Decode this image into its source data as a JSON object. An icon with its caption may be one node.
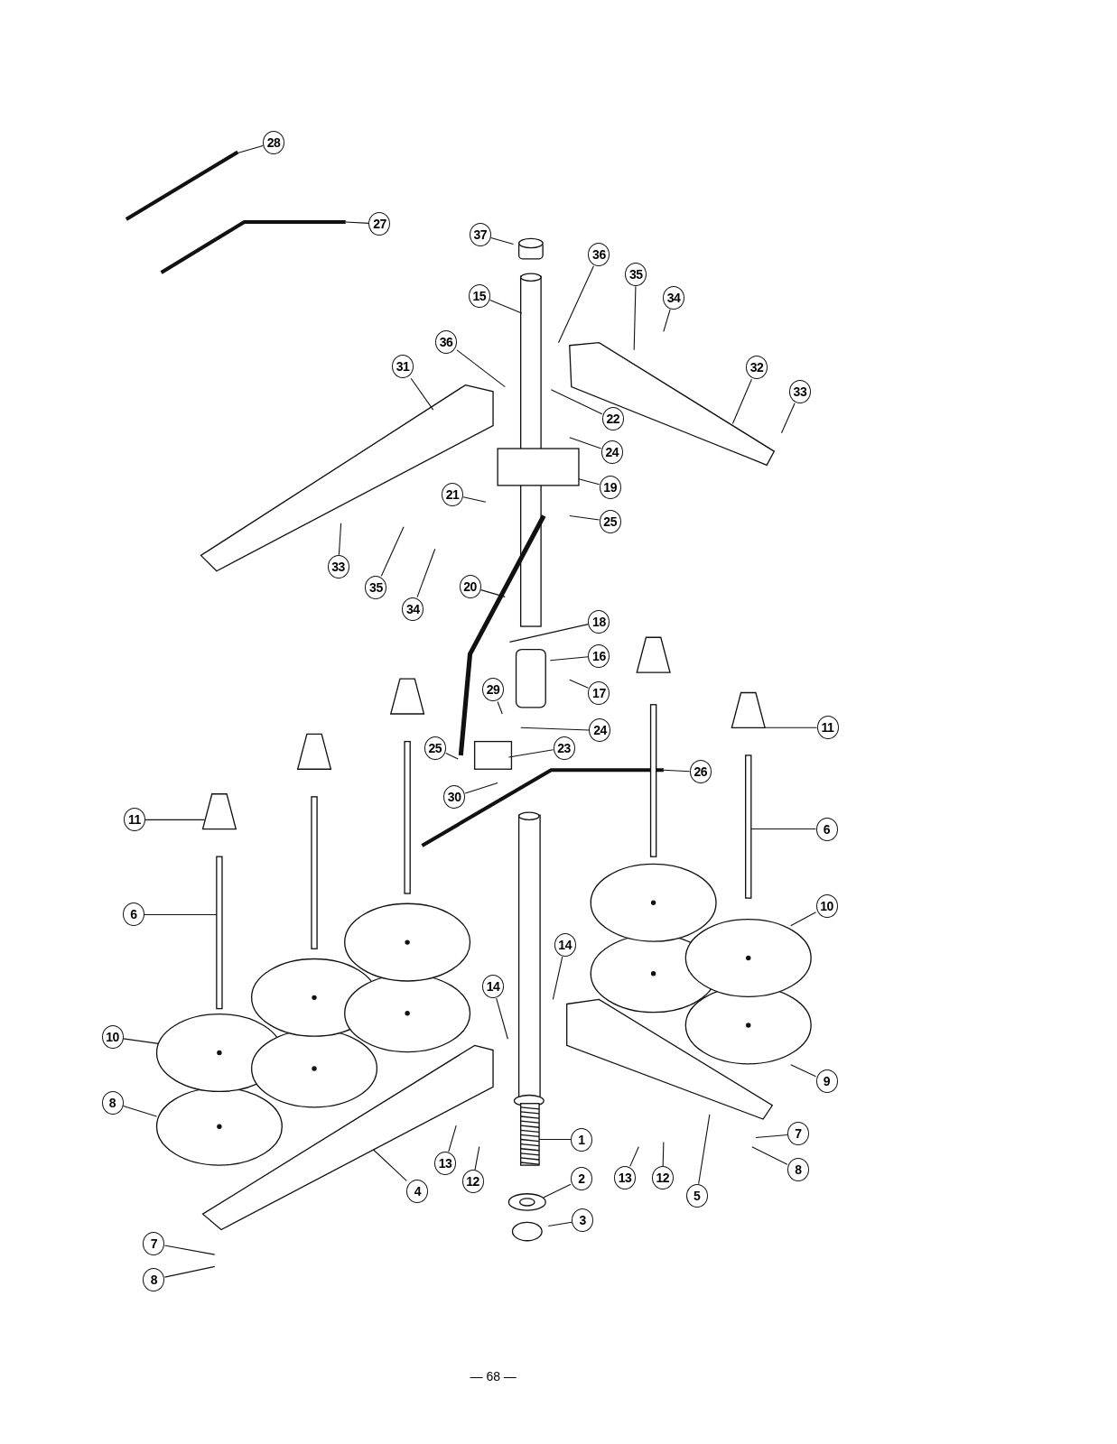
{
  "diagram": {
    "nodes": [
      {
        "text": [
          "28"
        ]
      },
      {
        "text": [
          "27"
        ]
      },
      {
        "text": [
          "37"
        ]
      },
      {
        "text": [
          "36"
        ]
      },
      {
        "text": [
          "35"
        ]
      },
      {
        "text": [
          "34"
        ]
      },
      {
        "text": [
          "15"
        ]
      },
      {
        "text": [
          "36"
        ]
      },
      {
        "text": [
          "31"
        ]
      },
      {
        "text": [
          "32"
        ]
      },
      {
        "text": [
          "33"
        ]
      },
      {
        "text": [
          "22"
        ]
      },
      {
        "text": [
          "24"
        ]
      },
      {
        "text": [
          "19"
        ]
      },
      {
        "text": [
          "21"
        ]
      },
      {
        "text": [
          "25"
        ]
      },
      {
        "text": [
          "33"
        ]
      },
      {
        "text": [
          "35"
        ]
      },
      {
        "text": [
          "34"
        ]
      },
      {
        "text": [
          "20"
        ]
      },
      {
        "text": [
          "18"
        ]
      },
      {
        "text": [
          "16"
        ]
      },
      {
        "text": [
          "17"
        ]
      },
      {
        "text": [
          "29"
        ]
      },
      {
        "text": [
          "24"
        ]
      },
      {
        "text": [
          "25"
        ]
      },
      {
        "text": [
          "23"
        ]
      },
      {
        "text": [
          "26"
        ]
      },
      {
        "text": [
          "30"
        ]
      },
      {
        "text": [
          "11"
        ]
      },
      {
        "text": [
          "11"
        ]
      },
      {
        "text": [
          "6"
        ]
      },
      {
        "text": [
          "6"
        ]
      },
      {
        "text": [
          "10"
        ]
      },
      {
        "text": [
          "14"
        ]
      },
      {
        "text": [
          "14"
        ]
      },
      {
        "text": [
          "10"
        ]
      },
      {
        "text": [
          "9"
        ]
      },
      {
        "text": [
          "8"
        ]
      },
      {
        "text": [
          "1"
        ]
      },
      {
        "text": [
          "7"
        ]
      },
      {
        "text": [
          "2"
        ]
      },
      {
        "text": [
          "13"
        ]
      },
      {
        "text": [
          "12"
        ]
      },
      {
        "text": [
          "13"
        ]
      },
      {
        "text": [
          "12"
        ]
      },
      {
        "text": [
          "8"
        ]
      },
      {
        "text": [
          "4"
        ]
      },
      {
        "text": [
          "5"
        ]
      },
      {
        "text": [
          "3"
        ]
      },
      {
        "text": [
          "7"
        ]
      },
      {
        "text": [
          "8"
        ]
      }
    ],
    "edges": [
      {
        "from": 0,
        "to": null,
        "arrow": "none"
      },
      {
        "from": 1,
        "to": null,
        "arrow": "none"
      },
      {
        "from": 2,
        "to": null,
        "arrow": "none"
      },
      {
        "from": 3,
        "to": null,
        "arrow": "none"
      },
      {
        "from": 4,
        "to": null,
        "arrow": "none"
      },
      {
        "from": 5,
        "to": null,
        "arrow": "none"
      },
      {
        "from": 6,
        "to": null,
        "arrow": "none"
      },
      {
        "from": 7,
        "to": null,
        "arrow": "none"
      },
      {
        "from": 8,
        "to": null,
        "arrow": "none"
      },
      {
        "from": 9,
        "to": null,
        "arrow": "none"
      },
      {
        "from": 10,
        "to": null,
        "arrow": "none"
      },
      {
        "from": 11,
        "to": null,
        "arrow": "none"
      },
      {
        "from": 12,
        "to": null,
        "arrow": "none"
      },
      {
        "from": 13,
        "to": null,
        "arrow": "none"
      },
      {
        "from": 14,
        "to": null,
        "arrow": "none"
      },
      {
        "from": 15,
        "to": null,
        "arrow": "none"
      },
      {
        "from": 16,
        "to": null,
        "arrow": "none"
      },
      {
        "from": 17,
        "to": null,
        "arrow": "none"
      },
      {
        "from": 18,
        "to": null,
        "arrow": "none"
      },
      {
        "from": 19,
        "to": null,
        "arrow": "none"
      },
      {
        "from": 20,
        "to": null,
        "arrow": "none"
      },
      {
        "from": 21,
        "to": null,
        "arrow": "none"
      },
      {
        "from": 22,
        "to": null,
        "arrow": "none"
      },
      {
        "from": 23,
        "to": null,
        "arrow": "none"
      },
      {
        "from": 24,
        "to": null,
        "arrow": "none"
      },
      {
        "from": 25,
        "to": null,
        "arrow": "none"
      },
      {
        "from": 26,
        "to": null,
        "arrow": "none"
      },
      {
        "from": 27,
        "to": null,
        "arrow": "none"
      },
      {
        "from": 28,
        "to": null,
        "arrow": "none"
      },
      {
        "from": 29,
        "to": null,
        "arrow": "none"
      },
      {
        "from": 30,
        "to": null,
        "arrow": "none"
      },
      {
        "from": 31,
        "to": null,
        "arrow": "none"
      },
      {
        "from": 32,
        "to": null,
        "arrow": "none"
      },
      {
        "from": 33,
        "to": null,
        "arrow": "none"
      },
      {
        "from": 34,
        "to": null,
        "arrow": "none"
      },
      {
        "from": 35,
        "to": null,
        "arrow": "none"
      },
      {
        "from": 36,
        "to": null,
        "arrow": "none"
      },
      {
        "from": 37,
        "to": null,
        "arrow": "none"
      },
      {
        "from": 38,
        "to": null,
        "arrow": "none"
      },
      {
        "from": 39,
        "to": null,
        "arrow": "none"
      },
      {
        "from": 40,
        "to": null,
        "arrow": "none"
      },
      {
        "from": 41,
        "to": null,
        "arrow": "none"
      },
      {
        "from": 42,
        "to": null,
        "arrow": "none"
      },
      {
        "from": 43,
        "to": null,
        "arrow": "none"
      },
      {
        "from": 44,
        "to": null,
        "arrow": "none"
      },
      {
        "from": 45,
        "to": null,
        "arrow": "none"
      },
      {
        "from": 46,
        "to": null,
        "arrow": "none"
      },
      {
        "from": 47,
        "to": null,
        "arrow": "none"
      },
      {
        "from": 48,
        "to": null,
        "arrow": "none"
      },
      {
        "from": 49,
        "to": null,
        "arrow": "none"
      },
      {
        "from": 50,
        "to": null,
        "arrow": "none"
      },
      {
        "from": 51,
        "to": null,
        "arrow": "none"
      }
    ],
    "labels": [
      "— 68 —"
    ]
  }
}
